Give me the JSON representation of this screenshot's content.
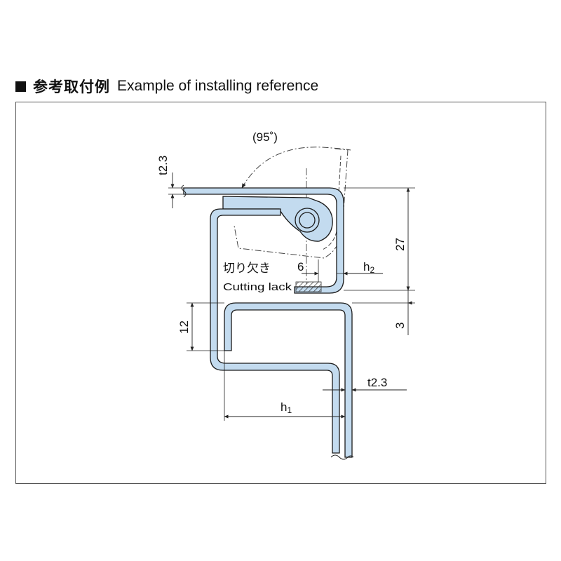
{
  "heading": {
    "jp": "参考取付例",
    "en": "Example of installing reference"
  },
  "labels": {
    "angle": "(95˚)",
    "t_top": "t2.3",
    "dim_27": "27",
    "dim_3": "3",
    "dim_12": "12",
    "dim_6": "6",
    "h2": "h2",
    "h2_base": "h",
    "h2_sub": "2",
    "cut_jp": "切り欠き",
    "cut_en": "Cutting lack",
    "t_right": "t2.3",
    "h1_base": "h",
    "h1_sub": "1"
  },
  "colors": {
    "part_fill": "#c3dbef",
    "part_stroke": "#1a1a1a",
    "line": "#222222",
    "hatch": "#333333"
  }
}
